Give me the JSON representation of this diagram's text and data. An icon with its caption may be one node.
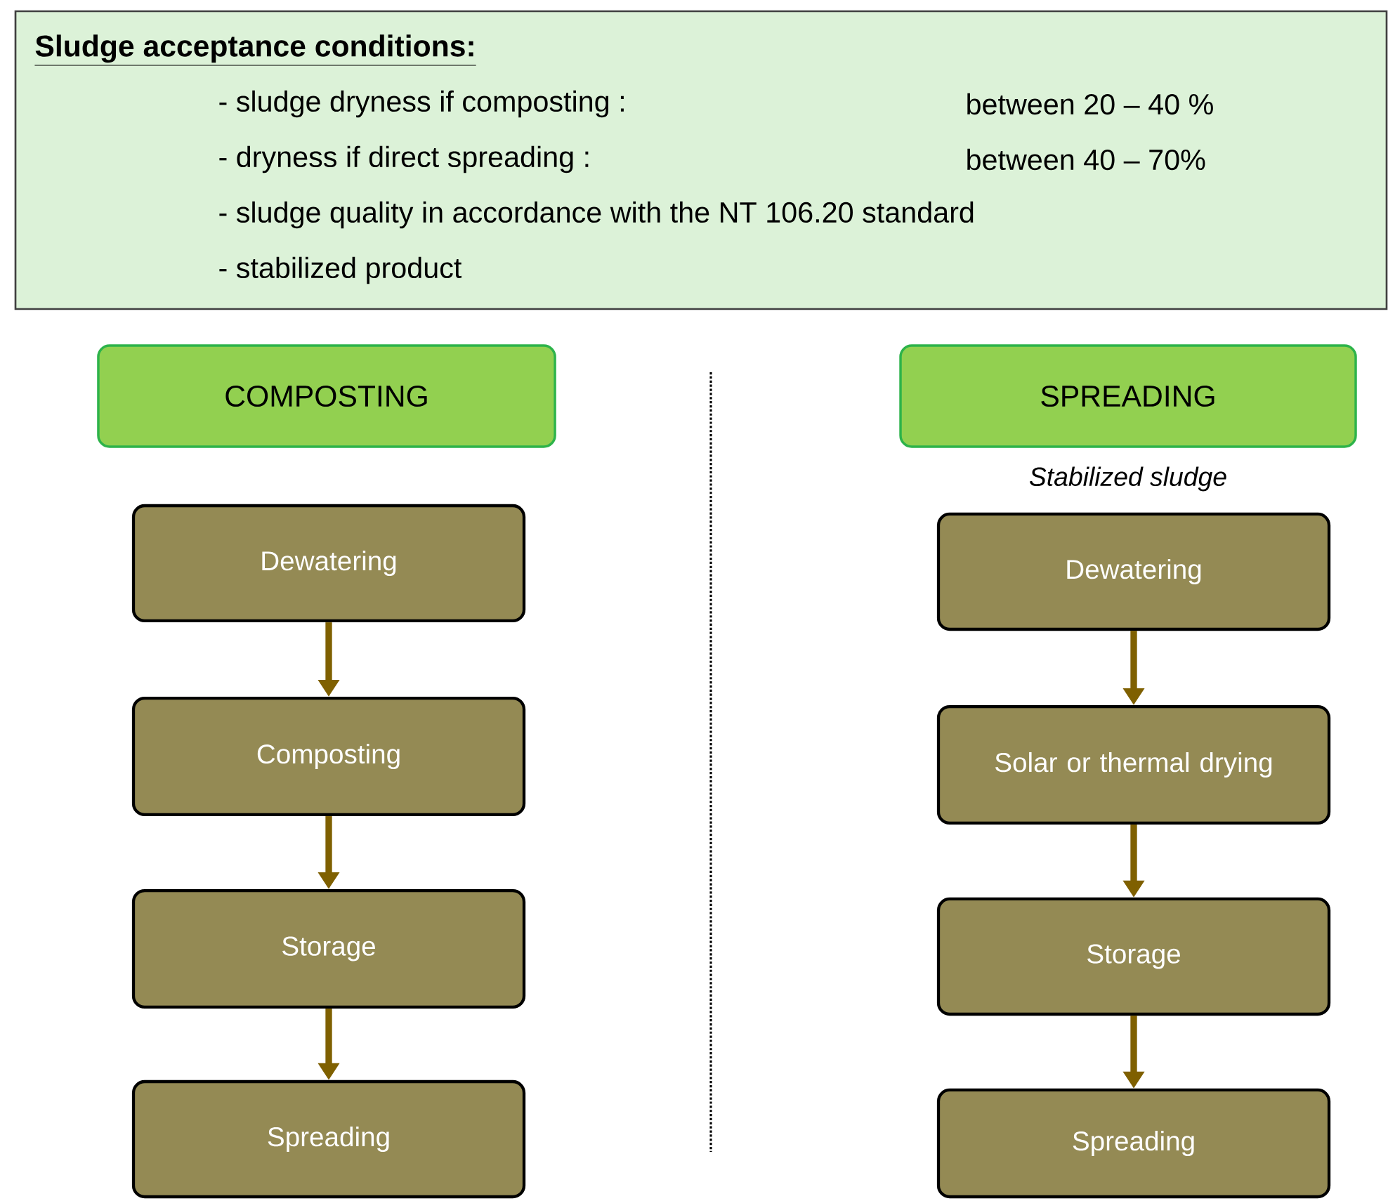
{
  "diagram": {
    "nodes": [
      {
        "text": [
          "Sludge acceptance conditions:",
          "- sludge dryness if composting :",
          "between 20 – 40 %",
          "- dryness if direct spreading :",
          "between 40 – 70%",
          "- sludge quality in accordance with the NT 106.20 standard",
          "- stabilized product"
        ]
      },
      {
        "text": [
          "COMPOSTING"
        ]
      },
      {
        "text": [
          "SPREADING"
        ],
        "beside": [
          "Stabilized sludge"
        ]
      },
      {
        "text": [
          "Dewatering"
        ]
      },
      {
        "text": [
          "Composting"
        ]
      },
      {
        "text": [
          "Storage"
        ]
      },
      {
        "text": [
          "Spreading"
        ]
      },
      {
        "text": [
          "Dewatering"
        ]
      },
      {
        "text": [
          "Solar or thermal drying"
        ]
      },
      {
        "text": [
          "Storage"
        ]
      },
      {
        "text": [
          "Spreading"
        ]
      }
    ],
    "edges": [
      {
        "from": 3,
        "to": 4,
        "arrow": "to"
      },
      {
        "from": 4,
        "to": 5,
        "arrow": "to"
      },
      {
        "from": 5,
        "to": 6,
        "arrow": "to"
      },
      {
        "from": 7,
        "to": 8,
        "arrow": "to"
      },
      {
        "from": 8,
        "to": 9,
        "arrow": "to"
      },
      {
        "from": 9,
        "to": 10,
        "arrow": "to"
      }
    ]
  }
}
